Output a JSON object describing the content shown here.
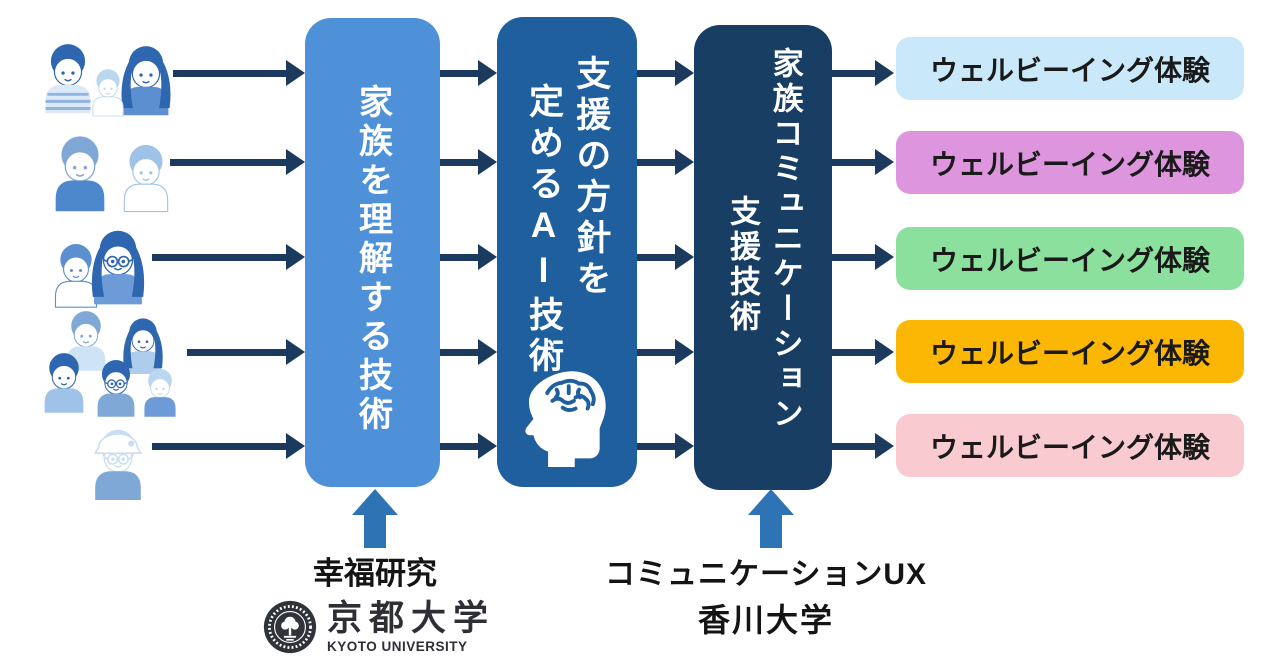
{
  "stages": [
    {
      "label": "家族を理解する技術"
    },
    {
      "label_col1": "支援の方針を",
      "label_col2": "定めるAI技術",
      "icon": "brain-head-icon"
    },
    {
      "label_col1": "家族コミュニケーション",
      "label_col2": "支援技術"
    }
  ],
  "outputs": [
    {
      "label": "ウェルビーイング体験",
      "color": "#C9E8F9"
    },
    {
      "label": "ウェルビーイング体験",
      "color": "#DD96DD"
    },
    {
      "label": "ウェルビーイング体験",
      "color": "#8CE09E"
    },
    {
      "label": "ウェルビーイング体験",
      "color": "#FBB703"
    },
    {
      "label": "ウェルビーイング体験",
      "color": "#F9CBD1"
    }
  ],
  "annotations": {
    "happiness_research": "幸福研究",
    "communication_ux": "コミュニケーションUX",
    "kagawa_university": "香川大学",
    "kyoto_university_jp": "京都大学",
    "kyoto_university_en": "KYOTO UNIVERSITY"
  },
  "families": [
    {
      "description": "parents with young child (3 people)"
    },
    {
      "description": "older couple (2 people)"
    },
    {
      "description": "mother with glasses and son (2 people)"
    },
    {
      "description": "three-generation family (5 people)"
    },
    {
      "description": "elderly woman with hat (1 person)"
    }
  ],
  "palette": {
    "stage_colors": [
      "#4E91D8",
      "#1F5F9E",
      "#183E63"
    ],
    "arrow": "#1B3A5E",
    "up_arrow": "#2E74B5",
    "stage_text": "#FFFFFF",
    "output_text": "#1A1A1A",
    "seal_dark": "#30333A",
    "logo_text": "#2E2E36"
  }
}
